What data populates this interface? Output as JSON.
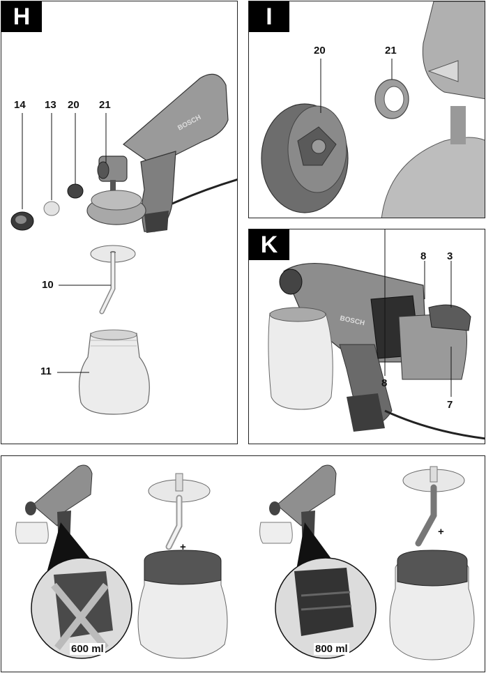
{
  "panels": {
    "h": {
      "tag": "H",
      "labels": {
        "l14": "14",
        "l13": "13",
        "l20": "20",
        "l21": "21",
        "l10": "10",
        "l11": "11"
      }
    },
    "i": {
      "tag": "I",
      "labels": {
        "l20": "20",
        "l21": "21"
      }
    },
    "k": {
      "tag": "K",
      "labels": {
        "l8a": "8",
        "l3": "3",
        "l8b": "8",
        "l7": "7"
      }
    },
    "bottom": {
      "left": {
        "capacity": "600 ml",
        "plus": "+"
      },
      "right": {
        "capacity": "800 ml",
        "plus": "+"
      }
    }
  },
  "colors": {
    "ink": "#111111",
    "grey_dark": "#5a5a5a",
    "grey_mid": "#8f8f8f",
    "grey_light": "#c9c9c9",
    "glass": "#e6e6e6"
  }
}
